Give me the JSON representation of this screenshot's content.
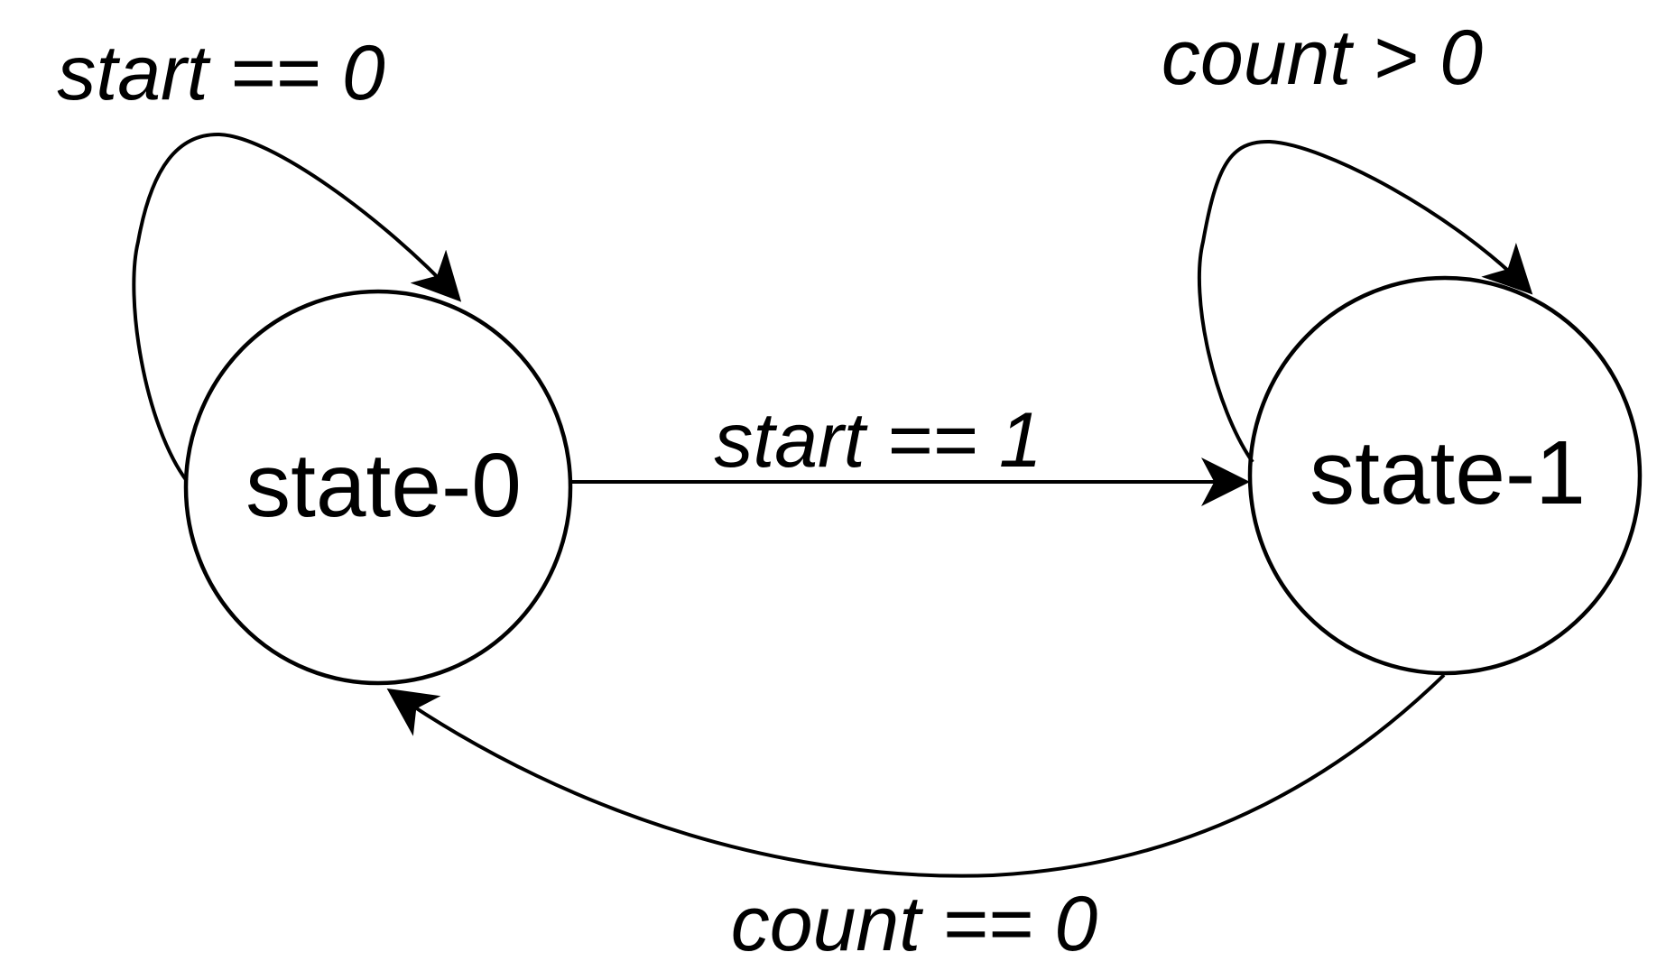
{
  "diagram": {
    "type": "state-machine",
    "background_color": "#ffffff",
    "stroke_color": "#000000",
    "states": [
      {
        "id": "state-0",
        "label": "state-0"
      },
      {
        "id": "state-1",
        "label": "state-1"
      }
    ],
    "transitions": [
      {
        "from": "state-0",
        "to": "state-0",
        "kind": "self-loop",
        "label": "start == 0"
      },
      {
        "from": "state-0",
        "to": "state-1",
        "kind": "straight-arrow",
        "label": "start == 1"
      },
      {
        "from": "state-1",
        "to": "state-1",
        "kind": "self-loop",
        "label": "count > 0"
      },
      {
        "from": "state-1",
        "to": "state-0",
        "kind": "curved-arrow",
        "label": "count == 0"
      }
    ]
  }
}
